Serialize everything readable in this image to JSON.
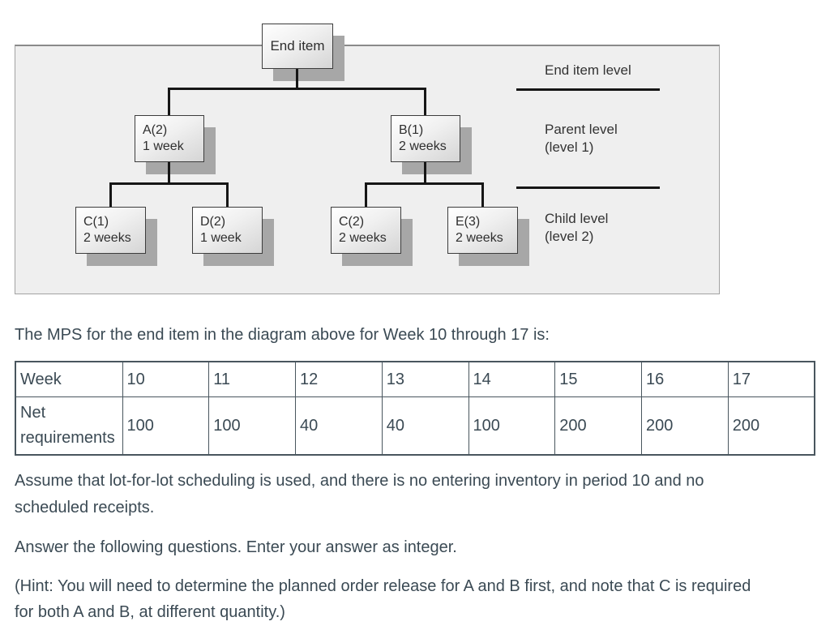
{
  "figure": {
    "nodes": {
      "end_item": {
        "label": "End item"
      },
      "a": {
        "name": "A(2)",
        "lead": "1 week"
      },
      "b": {
        "name": "B(1)",
        "lead": "2 weeks"
      },
      "c1": {
        "name": "C(1)",
        "lead": "2 weeks"
      },
      "d": {
        "name": "D(2)",
        "lead": "1 week"
      },
      "c2": {
        "name": "C(2)",
        "lead": "2 weeks"
      },
      "e": {
        "name": "E(3)",
        "lead": "2 weeks"
      }
    },
    "level_labels": {
      "end": "End item level",
      "parent_line1": "Parent level",
      "parent_line2": "(level 1)",
      "child_line1": "Child level",
      "child_line2": "(level 2)"
    }
  },
  "intro_text": "The MPS for the end item in the diagram above for Week 10 through 17 is:",
  "mps_table": {
    "row1_header": "Week",
    "row2_header": "Net requirements",
    "weeks": [
      "10",
      "11",
      "12",
      "13",
      "14",
      "15",
      "16",
      "17"
    ],
    "net_requirements": [
      "100",
      "100",
      "40",
      "40",
      "100",
      "200",
      "200",
      "200"
    ]
  },
  "paragraphs": {
    "assumption_line1": "Assume that lot-for-lot scheduling is used, and there is no entering inventory in period 10 and no",
    "assumption_line2": "scheduled receipts.",
    "instruction": "Answer the following questions. Enter your answer as integer.",
    "hint_line1": "(Hint: You will need to determine the planned order release for A and B first, and note that C is required",
    "hint_line2": "for both A and B, at different quantity.)"
  },
  "colors": {
    "page_bg": "#ffffff",
    "body_text": "#3b4a54",
    "table_border": "#49565e",
    "panel_bg": "#efefef",
    "panel_border": "#a2a2a2",
    "node_border": "#3c3c3c",
    "node_shadow": "#a7a7a7",
    "connector": "#161616",
    "diagram_text": "#333333"
  }
}
